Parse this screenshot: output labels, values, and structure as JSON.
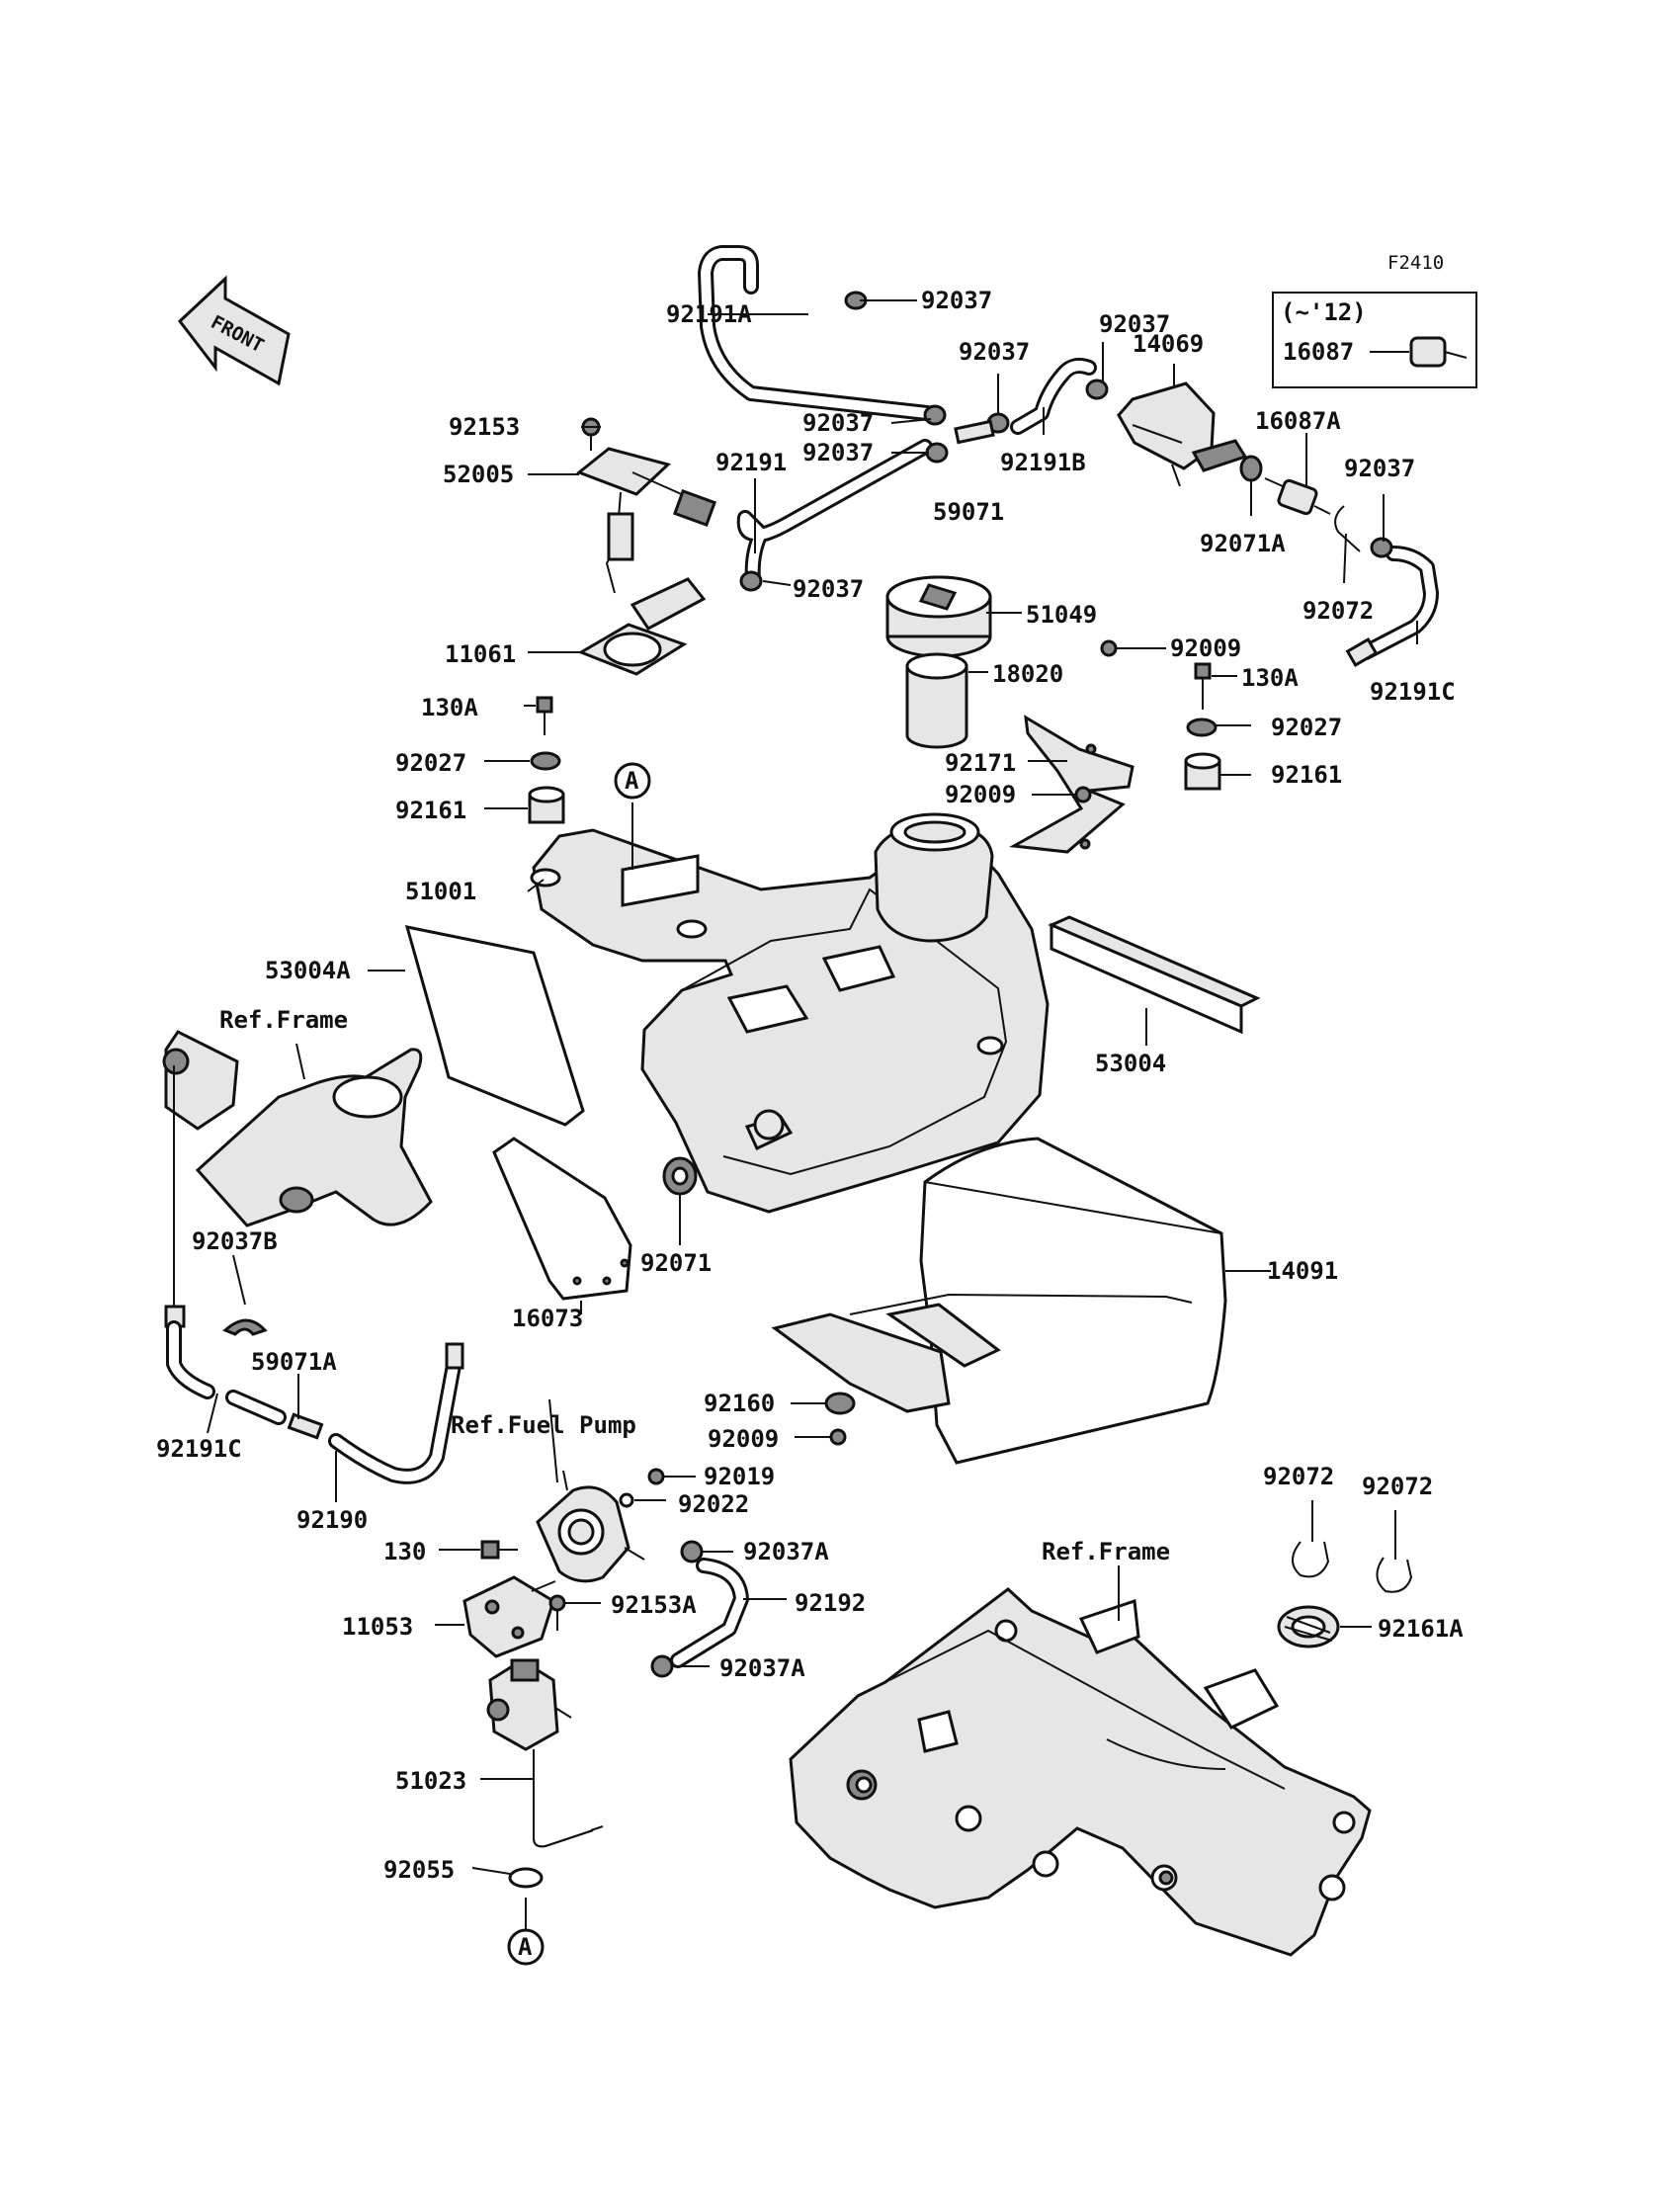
{
  "diagram_code": "F2410",
  "front_label": "FRONT",
  "ref_labels": {
    "frame_left": "Ref.Frame",
    "fuel_pump": "Ref.Fuel Pump",
    "frame_right": "Ref.Frame"
  },
  "callout_marker": "A",
  "inset": {
    "range": "(~'12)",
    "part": "16087"
  },
  "parts": {
    "p92191A": "92191A",
    "p92037_top": "92037",
    "p92037_a": "92037",
    "p92037_b": "92037",
    "p14069": "14069",
    "p92153": "92153",
    "p52005": "52005",
    "p92037_c": "92037",
    "p92037_d": "92037",
    "p92191B": "92191B",
    "p16087A": "16087A",
    "p92037_e": "92037",
    "p92191": "92191",
    "p59071": "59071",
    "p92071A": "92071A",
    "p92037_f": "92037",
    "p51049": "51049",
    "p92072_top": "92072",
    "p11061": "11061",
    "p18020": "18020",
    "p92009_a": "92009",
    "p92191C_top": "92191C",
    "p130A_left": "130A",
    "p130A_right": "130A",
    "p92027_left": "92027",
    "p92027_right": "92027",
    "p92171": "92171",
    "p92161_left": "92161",
    "p92009_b": "92009",
    "p92161_right": "92161",
    "p51001": "51001",
    "p53004A": "53004A",
    "p53004": "53004",
    "p92037B": "92037B",
    "p92071": "92071",
    "p14091": "14091",
    "p16073": "16073",
    "p59071A": "59071A",
    "p92191C_low": "92191C",
    "p92160": "92160",
    "p92009_c": "92009",
    "p92190": "92190",
    "p92019": "92019",
    "p92022": "92022",
    "p92072_l": "92072",
    "p92072_r": "92072",
    "p130": "130",
    "p92037A_a": "92037A",
    "p92153A": "92153A",
    "p92192": "92192",
    "p11053": "11053",
    "p92161A": "92161A",
    "p92037A_b": "92037A",
    "p51023": "51023",
    "p92055": "92055"
  }
}
